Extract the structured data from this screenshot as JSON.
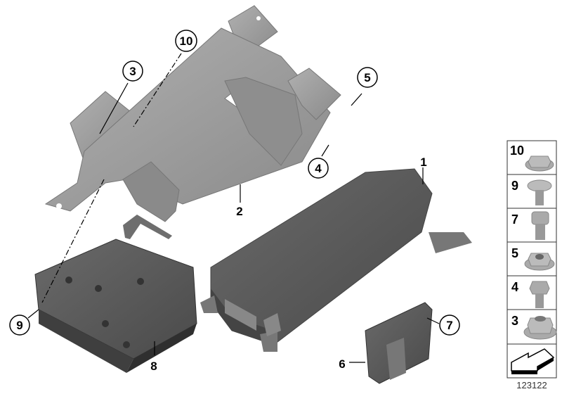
{
  "callouts": [
    {
      "id": "1",
      "label": "1",
      "circled": false
    },
    {
      "id": "2",
      "label": "2",
      "circled": false
    },
    {
      "id": "3",
      "label": "3",
      "circled": true
    },
    {
      "id": "4",
      "label": "4",
      "circled": true
    },
    {
      "id": "5",
      "label": "5",
      "circled": true
    },
    {
      "id": "6",
      "label": "6",
      "circled": false
    },
    {
      "id": "7",
      "label": "7",
      "circled": true
    },
    {
      "id": "8",
      "label": "8",
      "circled": false
    },
    {
      "id": "9",
      "label": "9",
      "circled": true
    },
    {
      "id": "10",
      "label": "10",
      "circled": true
    }
  ],
  "legend": [
    {
      "label": "10",
      "icon": "flange-nut-icon"
    },
    {
      "label": "9",
      "icon": "torx-pan-screw-icon"
    },
    {
      "label": "7",
      "icon": "socket-cap-screw-icon"
    },
    {
      "label": "5",
      "icon": "flange-nut-icon"
    },
    {
      "label": "4",
      "icon": "hex-flange-bolt-icon"
    },
    {
      "label": "3",
      "icon": "lock-nut-icon"
    },
    {
      "label": "",
      "icon": "front-direction-arrow-icon"
    }
  ],
  "diagram_ref": "123122",
  "colors": {
    "part": "#9b9b9b",
    "part_dark": "#6e6e6e",
    "control_unit": "#5a5a5a",
    "line": "#000000"
  }
}
